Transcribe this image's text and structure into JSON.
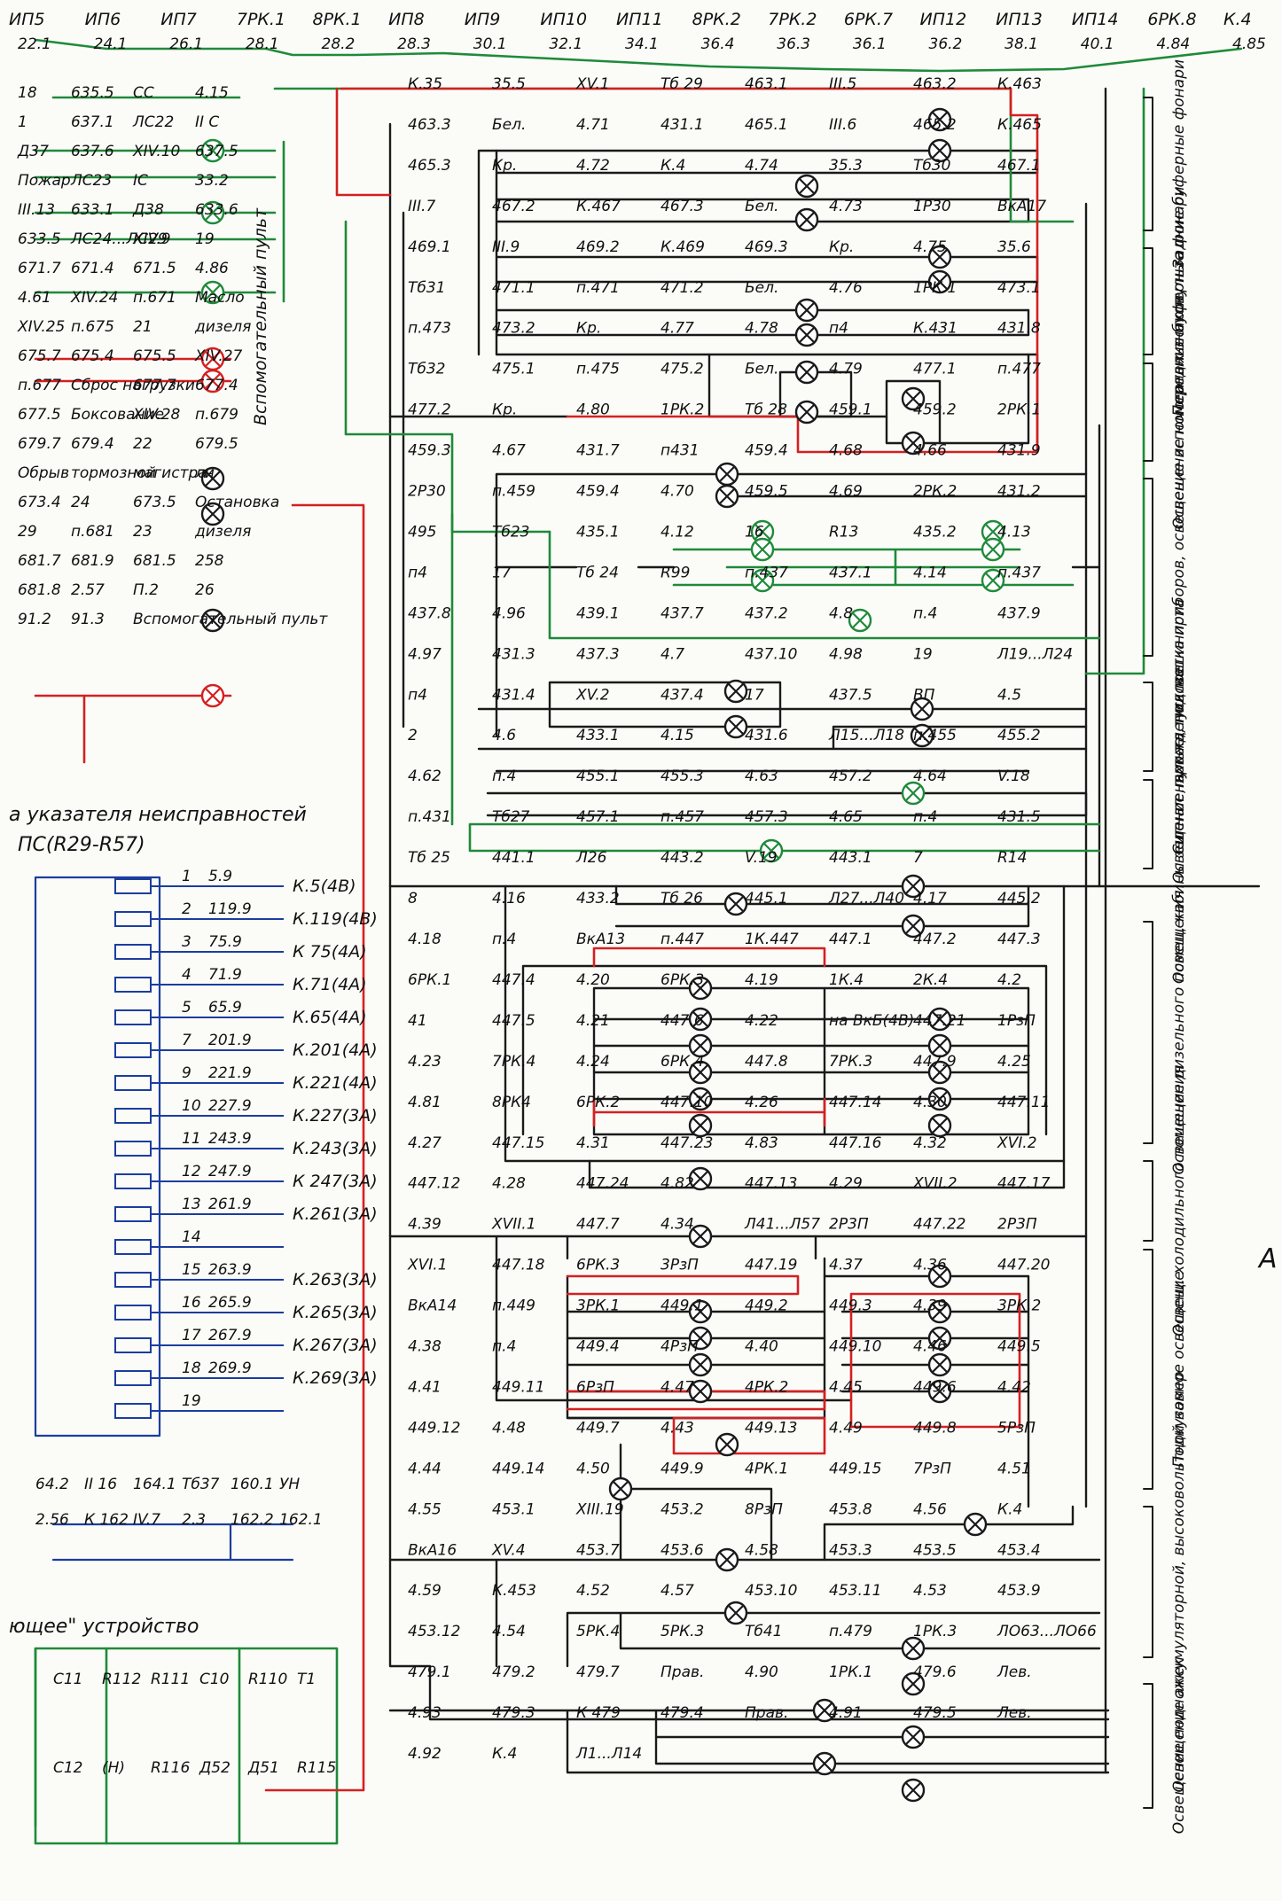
{
  "colors": {
    "black": "#1a1a1a",
    "green": "#1f8a3a",
    "red": "#d42020",
    "blue": "#1c3d9e"
  },
  "top_bus": {
    "labels": [
      "ИП5",
      "ИП6",
      "ИП7",
      "7РК.1",
      "8РК.1",
      "ИП8",
      "ИП9",
      "ИП10",
      "ИП11",
      "8РК.2",
      "7РК.2",
      "6РК.7",
      "ИП12",
      "ИП13",
      "ИП14",
      "6РК.8",
      "К.4"
    ],
    "wires": [
      "22.1",
      "24.1",
      "26.1",
      "28.1",
      "28.2",
      "28.3",
      "30.1",
      "32.1",
      "34.1",
      "36.4",
      "36.3",
      "36.1",
      "36.2",
      "38.1",
      "40.1",
      "4.84",
      "4.85"
    ]
  },
  "left_panel": {
    "labels": [
      "18",
      "635.5",
      "СС",
      "4.15",
      "1",
      "637.1",
      "ЛС22",
      "II С",
      "Д37",
      "637.6",
      "XIV.10",
      "637.5",
      "Пожар",
      "ЛС23",
      "IС",
      "33.2",
      "III.13",
      "633.1",
      "Д38",
      "633.6",
      "633.5",
      "ЛС24...ЛС29",
      "XIV.9",
      "19",
      "671.7",
      "671.4",
      "671.5",
      "4.86",
      "4.61",
      "XIV.24",
      "п.671",
      "Масло",
      "XIV.25",
      "п.675",
      "21",
      "дизеля",
      "675.7",
      "675.4",
      "675.5",
      "XIV.27",
      "п.677",
      "Сброс нагрузки",
      "677.7",
      "677.4",
      "677.5",
      "Боксование",
      "XIV.28",
      "п.679",
      "679.7",
      "679.4",
      "22",
      "679.5",
      "Обрыв",
      "тормозной",
      "магистра-",
      "ли",
      "673.4",
      "24",
      "673.5",
      "Остановка",
      "29",
      "п.681",
      "23",
      "дизеля",
      "681.7",
      "681.9",
      "681.5",
      "258",
      "681.8",
      "2.57",
      "П.2",
      "26",
      "91.2",
      "91.3",
      "Вспомогательный пульт"
    ]
  },
  "indicators": {
    "title": "а указателя неисправностей",
    "subtitle": "ПС(R29-R57)",
    "rows": [
      {
        "n": "1",
        "w": "5.9",
        "k": "К.5(4В)"
      },
      {
        "n": "2",
        "w": "119.9",
        "k": "К.119(4В)"
      },
      {
        "n": "3",
        "w": "75.9",
        "k": "К 75(4А)"
      },
      {
        "n": "4",
        "w": "71.9",
        "k": "К.71(4А)"
      },
      {
        "n": "5",
        "w": "65.9",
        "k": "К.65(4А)"
      },
      {
        "n": "7",
        "w": "201.9",
        "k": "К.201(4А)"
      },
      {
        "n": "9",
        "w": "221.9",
        "k": "К.221(4А)"
      },
      {
        "n": "10",
        "w": "227.9",
        "k": "К.227(3А)"
      },
      {
        "n": "11",
        "w": "243.9",
        "k": "К.243(3А)"
      },
      {
        "n": "12",
        "w": "247.9",
        "k": "К 247(3А)"
      },
      {
        "n": "13",
        "w": "261.9",
        "k": "К.261(3А)"
      },
      {
        "n": "14",
        "w": "",
        "k": ""
      },
      {
        "n": "15",
        "w": "263.9",
        "k": "К.263(3А)"
      },
      {
        "n": "16",
        "w": "265.9",
        "k": "К.265(3А)"
      },
      {
        "n": "17",
        "w": "267.9",
        "k": "К.267(3А)"
      },
      {
        "n": "18",
        "w": "269.9",
        "k": "К.269(3А)"
      },
      {
        "n": "19",
        "w": "",
        "k": ""
      }
    ],
    "extra": [
      "64.2",
      "II 16",
      "164.1",
      "Тб37",
      "160.1",
      "УН",
      "2.56",
      "К 162",
      "IV.7",
      "2.3",
      "162.2",
      "162.1"
    ]
  },
  "osc": {
    "title": "ющее\" устройство",
    "labels": [
      "C11",
      "R112",
      "R111",
      "C10",
      "R110",
      "T1",
      "C12",
      "(Н)",
      "R116",
      "Д52",
      "Д51",
      "R115"
    ]
  },
  "center": {
    "labels": [
      "К.35",
      "35.5",
      "XV.1",
      "Тб 29",
      "463.1",
      "III.5",
      "463.2",
      "К.463",
      "463.3",
      "Бел.",
      "4.71",
      "431.1",
      "465.1",
      "III.6",
      "465.2",
      "К.465",
      "465.3",
      "Кр.",
      "4.72",
      "К.4",
      "4.74",
      "35.3",
      "Тб30",
      "467.1",
      "III.7",
      "467.2",
      "К.467",
      "467.3",
      "Бел.",
      "4.73",
      "1Р30",
      "ВкА17",
      "469.1",
      "III.9",
      "469.2",
      "К.469",
      "469.3",
      "Кр.",
      "4.75",
      "35.6",
      "Тб31",
      "471.1",
      "п.471",
      "471.2",
      "Бел.",
      "4.76",
      "1РК.1",
      "473.1",
      "п.473",
      "473.2",
      "Кр.",
      "4.77",
      "4.78",
      "п4",
      "К.431",
      "431.8",
      "Тб32",
      "475.1",
      "п.475",
      "475.2",
      "Бел.",
      "4.79",
      "477.1",
      "п.477",
      "477.2",
      "Кр.",
      "4.80",
      "1РК.2",
      "Тб 28",
      "459.1",
      "459.2",
      "2РК.1",
      "459.3",
      "4.67",
      "431.7",
      "п431",
      "459.4",
      "4.68",
      "4.66",
      "431.9",
      "2Р30",
      "п.459",
      "459.4",
      "4.70",
      "459.5",
      "4.69",
      "2РК.2",
      "431.2",
      "495",
      "Тб23",
      "435.1",
      "4.12",
      "16",
      "R13",
      "435.2",
      "4.13",
      "п4",
      "17",
      "Тб 24",
      "R99",
      "п.437",
      "437.1",
      "4.14",
      "п.437",
      "437.8",
      "4.96",
      "439.1",
      "437.7",
      "437.2",
      "4.8",
      "п.4",
      "437.9",
      "4.97",
      "431.3",
      "437.3",
      "4.7",
      "437.10",
      "4.98",
      "19",
      "Л19...Л24",
      "п4",
      "431.4",
      "XV.2",
      "437.4",
      "17",
      "437.5",
      "ВП",
      "4.5",
      "2",
      "4.6",
      "433.1",
      "4.15",
      "431.6",
      "Л15...Л18",
      "п.455",
      "455.2",
      "4.62",
      "п.4",
      "455.1",
      "455.3",
      "4.63",
      "457.2",
      "4.64",
      "V.18",
      "п.431",
      "Тб27",
      "457.1",
      "п.457",
      "457.3",
      "4.65",
      "п.4",
      "431.5",
      "Тб 25",
      "441.1",
      "Л26",
      "443.2",
      "V.19",
      "443.1",
      "7",
      "R14",
      "8",
      "4.16",
      "433.2",
      "Тб 26",
      "445.1",
      "Л27...Л40",
      "4.17",
      "445.2",
      "4.18",
      "п.4",
      "ВкА13",
      "п.447",
      "1К.447",
      "447.1",
      "447.2",
      "447.3",
      "6РК.1",
      "447.4",
      "4.20",
      "6РК.3",
      "4.19",
      "1К.4",
      "2К.4",
      "4.2",
      "41",
      "447.5",
      "4.21",
      "447.6",
      "4.22",
      "на ВкБ(4В)",
      "447.21",
      "1РзП",
      "4.23",
      "7РК.4",
      "4.24",
      "6РК.4",
      "447.8",
      "7РК.3",
      "447.9",
      "4.25",
      "4.81",
      "8РК4",
      "6РК.2",
      "447.10",
      "4.26",
      "447.14",
      "4.30",
      "447.11",
      "4.27",
      "447.15",
      "4.31",
      "447.23",
      "4.83",
      "447.16",
      "4.32",
      "XVI.2",
      "447.12",
      "4.28",
      "447.24",
      "4.82",
      "447.13",
      "4.29",
      "XVII.2",
      "447.17",
      "4.39",
      "XVII.1",
      "447.7",
      "4.34",
      "Л41...Л57",
      "2Р3П",
      "447.22",
      "2Р3П",
      "XVI.1",
      "447.18",
      "6РК.3",
      "3РзП",
      "447.19",
      "4.37",
      "4.36",
      "447.20",
      "ВкА14",
      "п.449",
      "3РК.1",
      "449.1",
      "449.2",
      "449.3",
      "4.39",
      "3РК.2",
      "4.38",
      "п.4",
      "449.4",
      "4РзП",
      "4.40",
      "449.10",
      "4.46",
      "449.5",
      "4.41",
      "449.11",
      "6РзП",
      "4.47",
      "4РК.2",
      "4.45",
      "449.6",
      "4.42",
      "449.12",
      "4.48",
      "449.7",
      "4.43",
      "449.13",
      "4.49",
      "449.8",
      "5РзП",
      "4.44",
      "449.14",
      "4.50",
      "449.9",
      "4РК.1",
      "449.15",
      "7РзП",
      "4.51",
      "4.55",
      "453.1",
      "XIII.19",
      "453.2",
      "8РзП",
      "453.8",
      "4.56",
      "К.4",
      "ВкА16",
      "XV.4",
      "453.7",
      "453.6",
      "4.58",
      "453.3",
      "453.5",
      "453.4",
      "4.59",
      "К.453",
      "4.52",
      "4.57",
      "453.10",
      "453.11",
      "4.53",
      "453.9",
      "453.12",
      "4.54",
      "5РК.4",
      "5РК.3",
      "Тб41",
      "п.479",
      "1РК.3",
      "ЛО63...ЛО66",
      "479.1",
      "479.2",
      "479.7",
      "Прав.",
      "4.90",
      "1РК.1",
      "479.6",
      "Лев.",
      "4.93",
      "479.3",
      "К 479",
      "479.4",
      "Прав.",
      "4.91",
      "479.5",
      "Лев.",
      "4.92",
      "К.4",
      "Л1...Л14"
    ]
  },
  "right_captions": [
    "Задние буферные фонари",
    "Передние буферные фонари",
    "Освещение номерных знаков",
    "Освещение пульта, подсветка приборов, освещение вспомогательного пульта",
    "Сигнал нахождения машиниста",
    "Освещ. кабины зеленое, яркое, тусклое",
    "Освещение дизельного помещения",
    "Освещ. холодильного помещения",
    "Подкузовное освещение",
    "Освещение аккумуляторной, высоковольтной камер",
    "Освещение подножек"
  ],
  "edge_letter": "А"
}
